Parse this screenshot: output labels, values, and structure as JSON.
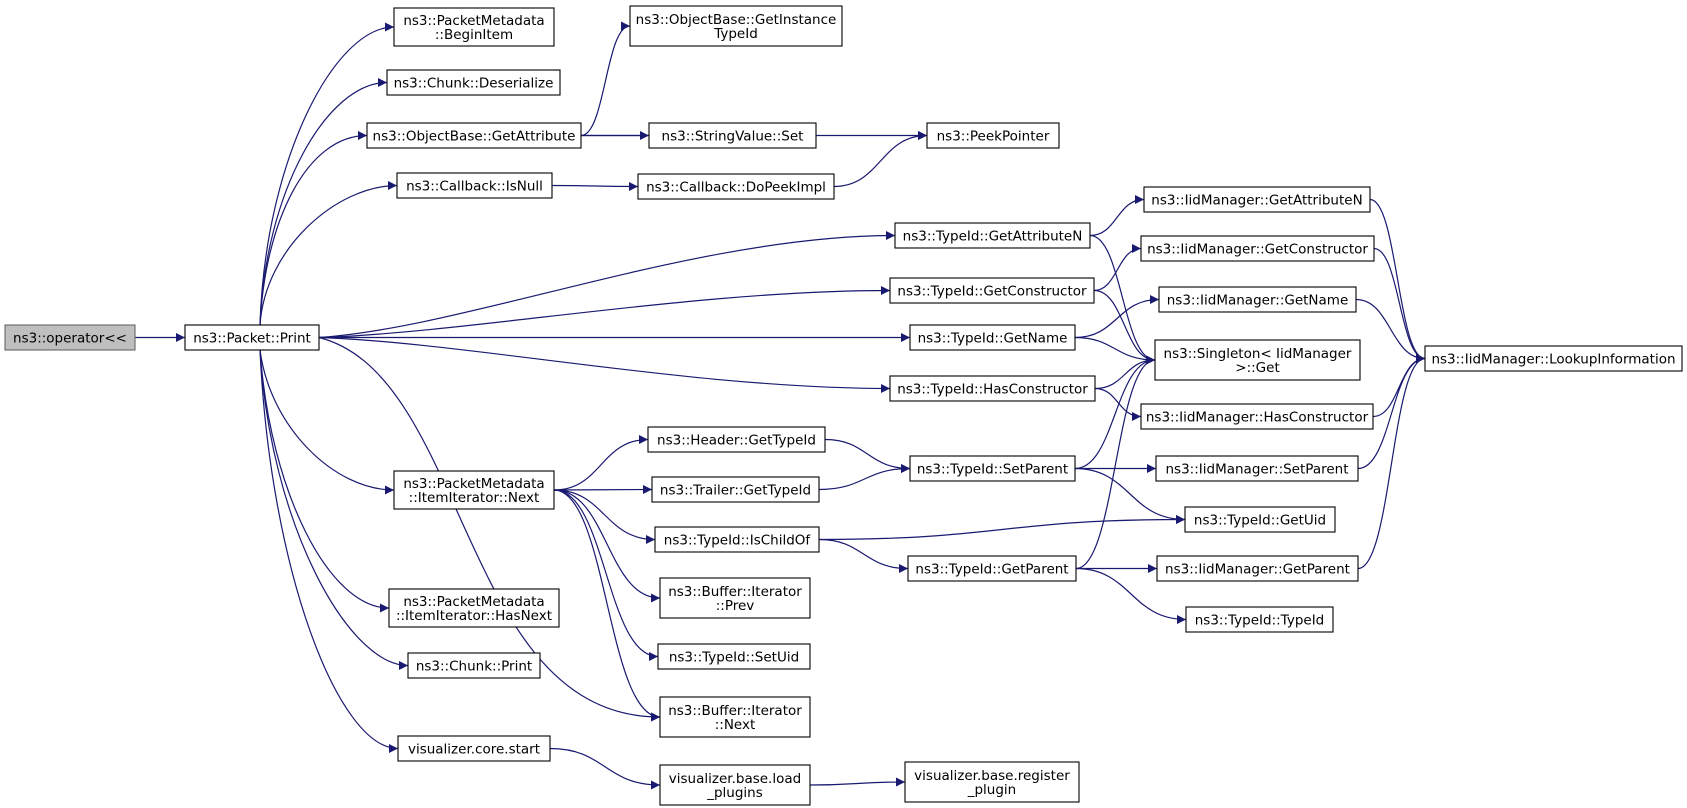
{
  "colors": {
    "edge": "#191970",
    "root_fill": "#bfbfbf",
    "node_fill": "#ffffff",
    "node_stroke": "#000000"
  },
  "nodes": {
    "root": {
      "lines": [
        "ns3::operator<<"
      ]
    },
    "packet_print": {
      "lines": [
        "ns3::Packet::Print"
      ]
    },
    "pm_beginitem": {
      "lines": [
        "ns3::PacketMetadata",
        "::BeginItem"
      ]
    },
    "chunk_deserialize": {
      "lines": [
        "ns3::Chunk::Deserialize"
      ]
    },
    "ob_getattribute": {
      "lines": [
        "ns3::ObjectBase::GetAttribute"
      ]
    },
    "cb_isnull": {
      "lines": [
        "ns3::Callback::IsNull"
      ]
    },
    "ob_getinstancetypeid": {
      "lines": [
        "ns3::ObjectBase::GetInstance",
        "TypeId"
      ]
    },
    "stringvalue_set": {
      "lines": [
        "ns3::StringValue::Set"
      ]
    },
    "peekpointer": {
      "lines": [
        "ns3::PeekPointer"
      ]
    },
    "cb_dopeekimpl": {
      "lines": [
        "ns3::Callback::DoPeekImpl"
      ]
    },
    "tid_getattributen": {
      "lines": [
        "ns3::TypeId::GetAttributeN"
      ]
    },
    "tid_getconstructor": {
      "lines": [
        "ns3::TypeId::GetConstructor"
      ]
    },
    "tid_getname": {
      "lines": [
        "ns3::TypeId::GetName"
      ]
    },
    "tid_hasconstructor": {
      "lines": [
        "ns3::TypeId::HasConstructor"
      ]
    },
    "iid_getattributen": {
      "lines": [
        "ns3::IidManager::GetAttributeN"
      ]
    },
    "iid_getconstructor": {
      "lines": [
        "ns3::IidManager::GetConstructor"
      ]
    },
    "iid_getname": {
      "lines": [
        "ns3::IidManager::GetName"
      ]
    },
    "singleton_get": {
      "lines": [
        "ns3::Singleton< IidManager",
        ">::Get"
      ]
    },
    "iid_hasconstructor": {
      "lines": [
        "ns3::IidManager::HasConstructor"
      ]
    },
    "iid_lookupinformation": {
      "lines": [
        "ns3::IidManager::LookupInformation"
      ]
    },
    "pm_itemiterator_next": {
      "lines": [
        "ns3::PacketMetadata",
        "::ItemIterator::Next"
      ]
    },
    "header_gettypeid": {
      "lines": [
        "ns3::Header::GetTypeId"
      ]
    },
    "trailer_gettypeid": {
      "lines": [
        "ns3::Trailer::GetTypeId"
      ]
    },
    "tid_ischildof": {
      "lines": [
        "ns3::TypeId::IsChildOf"
      ]
    },
    "tid_setparent": {
      "lines": [
        "ns3::TypeId::SetParent"
      ]
    },
    "tid_getparent": {
      "lines": [
        "ns3::TypeId::GetParent"
      ]
    },
    "iid_setparent": {
      "lines": [
        "ns3::IidManager::SetParent"
      ]
    },
    "tid_getuid": {
      "lines": [
        "ns3::TypeId::GetUid"
      ]
    },
    "iid_getparent": {
      "lines": [
        "ns3::IidManager::GetParent"
      ]
    },
    "tid_typeid": {
      "lines": [
        "ns3::TypeId::TypeId"
      ]
    },
    "buf_iter_prev": {
      "lines": [
        "ns3::Buffer::Iterator",
        "::Prev"
      ]
    },
    "tid_setuid": {
      "lines": [
        "ns3::TypeId::SetUid"
      ]
    },
    "buf_iter_next": {
      "lines": [
        "ns3::Buffer::Iterator",
        "::Next"
      ]
    },
    "pm_itemiterator_hasnext": {
      "lines": [
        "ns3::PacketMetadata",
        "::ItemIterator::HasNext"
      ]
    },
    "chunk_print": {
      "lines": [
        "ns3::Chunk::Print"
      ]
    },
    "vis_core_start": {
      "lines": [
        "visualizer.core.start"
      ]
    },
    "vis_base_loadplugins": {
      "lines": [
        "visualizer.base.load",
        "_plugins"
      ]
    },
    "vis_base_registerplugin": {
      "lines": [
        "visualizer.base.register",
        "_plugin"
      ]
    }
  },
  "edges": [
    [
      "root",
      "packet_print"
    ],
    [
      "packet_print",
      "pm_beginitem"
    ],
    [
      "packet_print",
      "chunk_deserialize"
    ],
    [
      "packet_print",
      "ob_getattribute"
    ],
    [
      "packet_print",
      "cb_isnull"
    ],
    [
      "packet_print",
      "tid_getattributen"
    ],
    [
      "packet_print",
      "tid_getconstructor"
    ],
    [
      "packet_print",
      "tid_getname"
    ],
    [
      "packet_print",
      "tid_hasconstructor"
    ],
    [
      "packet_print",
      "pm_itemiterator_next"
    ],
    [
      "packet_print",
      "buf_iter_next"
    ],
    [
      "packet_print",
      "pm_itemiterator_hasnext"
    ],
    [
      "packet_print",
      "chunk_print"
    ],
    [
      "packet_print",
      "vis_core_start"
    ],
    [
      "ob_getattribute",
      "ob_getinstancetypeid"
    ],
    [
      "ob_getattribute",
      "peekpointer"
    ],
    [
      "ob_getattribute",
      "stringvalue_set"
    ],
    [
      "cb_isnull",
      "cb_dopeekimpl"
    ],
    [
      "cb_dopeekimpl",
      "peekpointer"
    ],
    [
      "tid_getattributen",
      "iid_getattributen"
    ],
    [
      "tid_getattributen",
      "singleton_get"
    ],
    [
      "tid_getconstructor",
      "iid_getconstructor"
    ],
    [
      "tid_getconstructor",
      "singleton_get"
    ],
    [
      "tid_getname",
      "iid_getname"
    ],
    [
      "tid_getname",
      "singleton_get"
    ],
    [
      "tid_hasconstructor",
      "singleton_get"
    ],
    [
      "tid_hasconstructor",
      "iid_hasconstructor"
    ],
    [
      "iid_getattributen",
      "iid_lookupinformation"
    ],
    [
      "iid_getconstructor",
      "iid_lookupinformation"
    ],
    [
      "iid_getname",
      "iid_lookupinformation"
    ],
    [
      "iid_hasconstructor",
      "iid_lookupinformation"
    ],
    [
      "iid_setparent",
      "iid_lookupinformation"
    ],
    [
      "iid_getparent",
      "iid_lookupinformation"
    ],
    [
      "pm_itemiterator_next",
      "header_gettypeid"
    ],
    [
      "pm_itemiterator_next",
      "trailer_gettypeid"
    ],
    [
      "pm_itemiterator_next",
      "tid_ischildof"
    ],
    [
      "pm_itemiterator_next",
      "buf_iter_prev"
    ],
    [
      "pm_itemiterator_next",
      "tid_setuid"
    ],
    [
      "pm_itemiterator_next",
      "buf_iter_next"
    ],
    [
      "header_gettypeid",
      "tid_setparent"
    ],
    [
      "trailer_gettypeid",
      "tid_setparent"
    ],
    [
      "tid_setparent",
      "singleton_get"
    ],
    [
      "tid_setparent",
      "iid_setparent"
    ],
    [
      "tid_setparent",
      "tid_getuid"
    ],
    [
      "tid_ischildof",
      "tid_getuid"
    ],
    [
      "tid_ischildof",
      "tid_getparent"
    ],
    [
      "tid_getparent",
      "singleton_get"
    ],
    [
      "tid_getparent",
      "iid_getparent"
    ],
    [
      "tid_getparent",
      "tid_typeid"
    ],
    [
      "vis_core_start",
      "vis_base_loadplugins"
    ],
    [
      "vis_base_loadplugins",
      "vis_base_registerplugin"
    ]
  ]
}
